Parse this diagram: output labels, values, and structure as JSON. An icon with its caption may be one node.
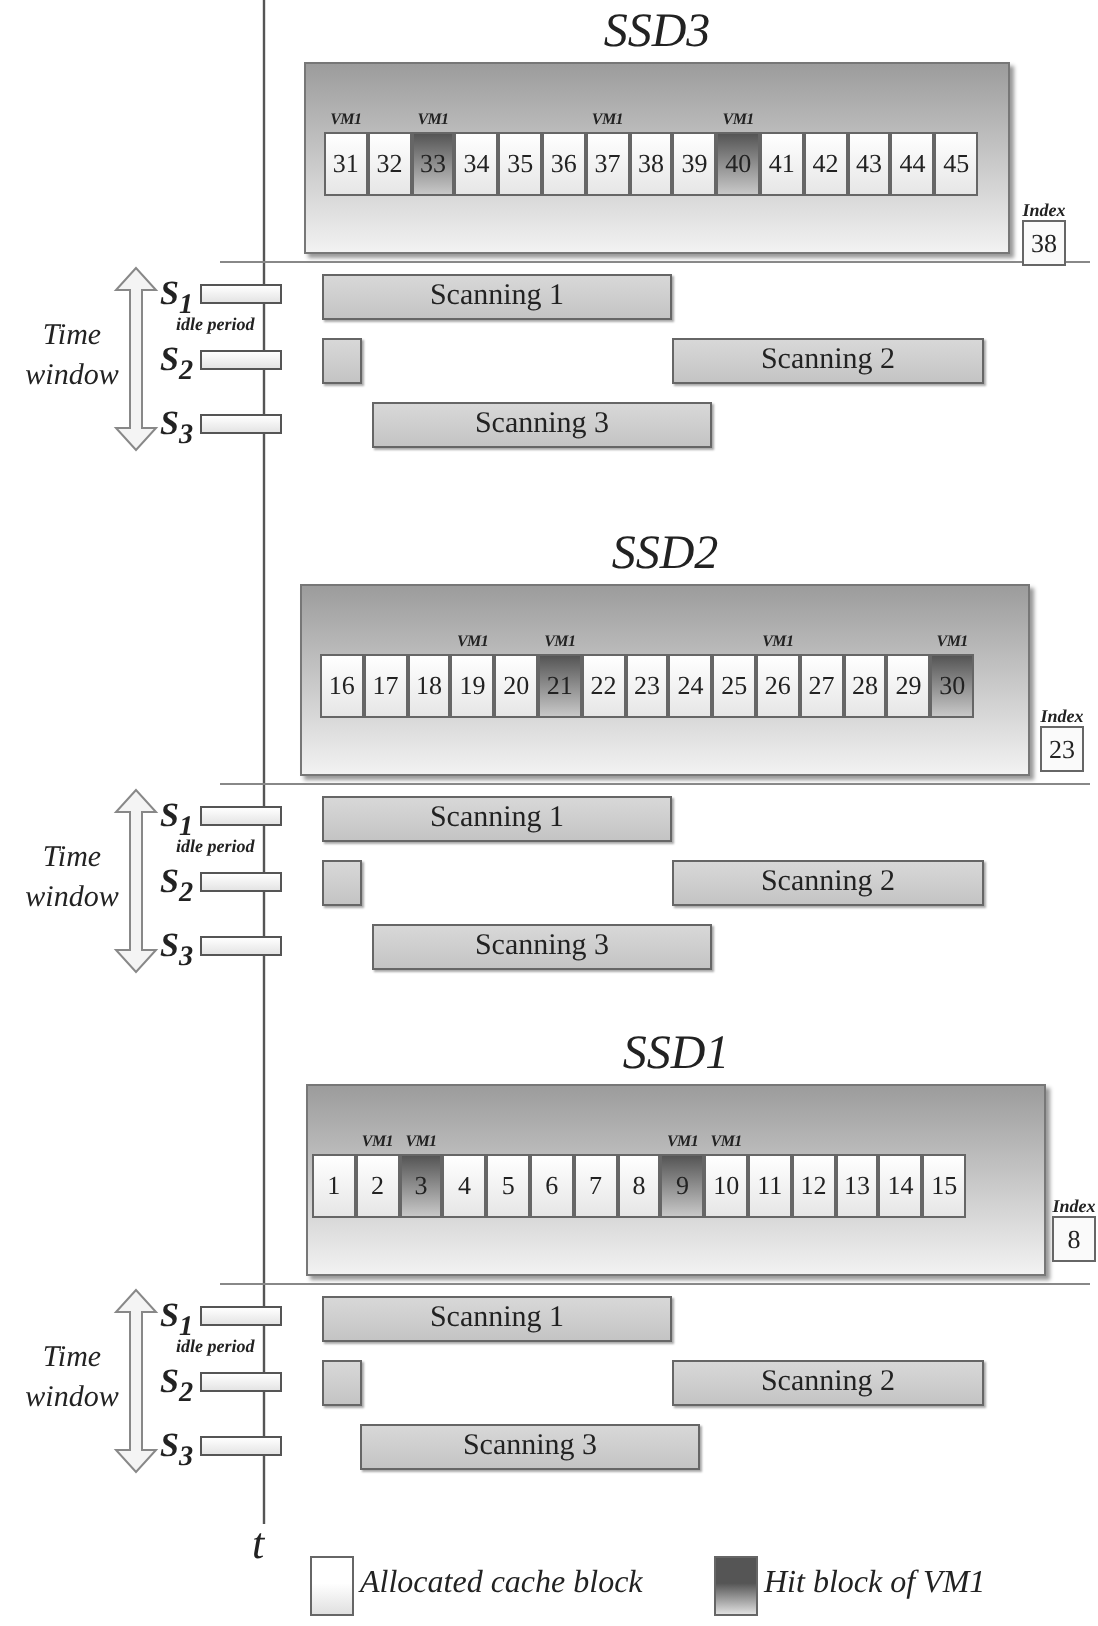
{
  "diagram": {
    "nodes": [
      {
        "text": [
          "SSD3"
        ]
      },
      {
        "text": [
          "31"
        ],
        "in": 0,
        "beside": [
          "VM1"
        ]
      },
      {
        "text": [
          "32"
        ],
        "in": 0
      },
      {
        "text": [
          "33"
        ],
        "in": 0,
        "beside": [
          "VM1"
        ]
      },
      {
        "text": [
          "34"
        ],
        "in": 0
      },
      {
        "text": [
          "35"
        ],
        "in": 0
      },
      {
        "text": [
          "36"
        ],
        "in": 0
      },
      {
        "text": [
          "37"
        ],
        "in": 0,
        "beside": [
          "VM1"
        ]
      },
      {
        "text": [
          "38"
        ],
        "in": 0
      },
      {
        "text": [
          "39"
        ],
        "in": 0
      },
      {
        "text": [
          "40"
        ],
        "in": 0,
        "beside": [
          "VM1"
        ]
      },
      {
        "text": [
          "41"
        ],
        "in": 0
      },
      {
        "text": [
          "42"
        ],
        "in": 0
      },
      {
        "text": [
          "43"
        ],
        "in": 0
      },
      {
        "text": [
          "44"
        ],
        "in": 0
      },
      {
        "text": [
          "45"
        ],
        "in": 0
      },
      {
        "text": [
          "Index",
          "38"
        ]
      },
      {
        "text": [
          "S$_{1}$"
        ]
      },
      {
        "text": [
          "Scanning 1"
        ]
      },
      {
        "text": [
          "S$_{2}$"
        ]
      },
      {
        "text": [],
        "shape": "box"
      },
      {
        "text": [
          "Scanning 2"
        ]
      },
      {
        "text": [
          "S$_{3}$"
        ]
      },
      {
        "text": [
          "Scanning 3"
        ]
      },
      {
        "text": [
          "SSD2"
        ]
      },
      {
        "text": [
          "16"
        ],
        "in": 24
      },
      {
        "text": [
          "17"
        ],
        "in": 24
      },
      {
        "text": [
          "18"
        ],
        "in": 24
      },
      {
        "text": [
          "19"
        ],
        "in": 24,
        "beside": [
          "VM1"
        ]
      },
      {
        "text": [
          "20"
        ],
        "in": 24
      },
      {
        "text": [
          "21"
        ],
        "in": 24,
        "beside": [
          "VM1"
        ]
      },
      {
        "text": [
          "22"
        ],
        "in": 24
      },
      {
        "text": [
          "23"
        ],
        "in": 24
      },
      {
        "text": [
          "24"
        ],
        "in": 24
      },
      {
        "text": [
          "25"
        ],
        "in": 24
      },
      {
        "text": [
          "26"
        ],
        "in": 24,
        "beside": [
          "VM1"
        ]
      },
      {
        "text": [
          "27"
        ],
        "in": 24
      },
      {
        "text": [
          "28"
        ],
        "in": 24
      },
      {
        "text": [
          "29"
        ],
        "in": 24
      },
      {
        "text": [
          "30"
        ],
        "in": 24,
        "beside": [
          "VM1"
        ]
      },
      {
        "text": [
          "Index",
          "23"
        ]
      },
      {
        "text": [
          "S$_{1}$"
        ]
      },
      {
        "text": [
          "Scanning 1"
        ]
      },
      {
        "text": [
          "S$_{2}$"
        ]
      },
      {
        "text": [],
        "shape": "box"
      },
      {
        "text": [
          "Scanning 2"
        ]
      },
      {
        "text": [
          "S$_{3}$"
        ]
      },
      {
        "text": [
          "Scanning 3"
        ]
      },
      {
        "text": [
          "SSD1"
        ]
      },
      {
        "text": [
          "1"
        ],
        "in": 48
      },
      {
        "text": [
          "2"
        ],
        "in": 48,
        "beside": [
          "VM1"
        ]
      },
      {
        "text": [
          "3"
        ],
        "in": 48,
        "beside": [
          "VM1"
        ]
      },
      {
        "text": [
          "4"
        ],
        "in": 48
      },
      {
        "text": [
          "5"
        ],
        "in": 48
      },
      {
        "text": [
          "6"
        ],
        "in": 48
      },
      {
        "text": [
          "7"
        ],
        "in": 48
      },
      {
        "text": [
          "8"
        ],
        "in": 48
      },
      {
        "text": [
          "9"
        ],
        "in": 48,
        "beside": [
          "VM1"
        ]
      },
      {
        "text": [
          "10"
        ],
        "in": 48,
        "beside": [
          "VM1"
        ]
      },
      {
        "text": [
          "11"
        ],
        "in": 48
      },
      {
        "text": [
          "12"
        ],
        "in": 48
      },
      {
        "text": [
          "13"
        ],
        "in": 48
      },
      {
        "text": [
          "14"
        ],
        "in": 48
      },
      {
        "text": [
          "15"
        ],
        "in": 48
      },
      {
        "text": [
          "Index",
          "8"
        ]
      },
      {
        "text": [
          "S$_{1}$"
        ]
      },
      {
        "text": [
          "Scanning 1"
        ]
      },
      {
        "text": [
          "S$_{2}$"
        ]
      },
      {
        "text": [],
        "shape": "box"
      },
      {
        "text": [
          "Scanning 2"
        ]
      },
      {
        "text": [
          "S$_{3}$"
        ]
      },
      {
        "text": [
          "Scanning 3"
        ]
      }
    ],
    "labels": [
      "idle period",
      "Time window",
      "idle period",
      "Time window",
      "idle period",
      "Time window",
      "t"
    ],
    "legend": [
      {
        "text": "Allocated cache block",
        "color": "#ffffff"
      },
      {
        "text": "Hit block of VM1",
        "color": "#555555"
      }
    ]
  }
}
